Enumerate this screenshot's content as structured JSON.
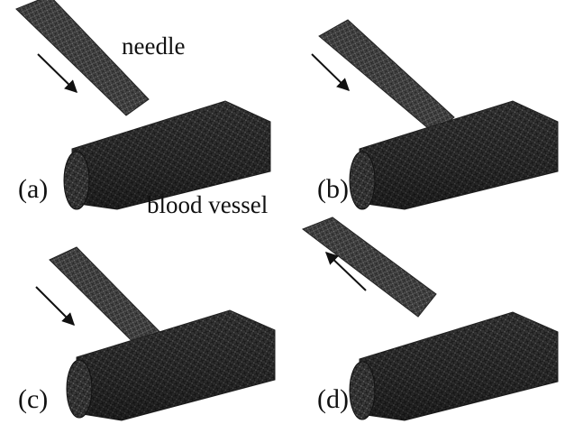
{
  "labels": {
    "needle": "needle",
    "blood_vessel": "blood vessel"
  },
  "panels": [
    {
      "id": "a",
      "caption": "(a)",
      "needle_state": "approaching",
      "arrow_direction": "down-right"
    },
    {
      "id": "b",
      "caption": "(b)",
      "needle_state": "contact",
      "arrow_direction": "down-right"
    },
    {
      "id": "c",
      "caption": "(c)",
      "needle_state": "inserted",
      "arrow_direction": "down-right"
    },
    {
      "id": "d",
      "caption": "(d)",
      "needle_state": "retracted",
      "arrow_direction": "up-left"
    }
  ],
  "colors": {
    "background": "#ffffff",
    "mesh_dark": "#1e1e1e",
    "mesh_mid": "#4a4a4a",
    "mesh_light": "#8a8a8a",
    "arrow": "#111111"
  },
  "icons": {
    "arrow": "arrow-icon"
  }
}
